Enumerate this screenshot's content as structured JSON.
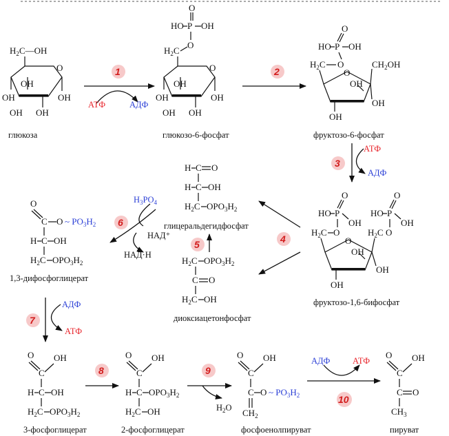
{
  "compounds": {
    "glucose": "глюкоза",
    "g6p": "глюкозо-6-фосфат",
    "f6p": "фруктозо-6-фосфат",
    "f16bp": "фруктозо-1,6-бифосфат",
    "gap": "глицеральдегидфосфат",
    "dhap": "диоксиацетонфосфат",
    "bpg": "1,3-дифосфоглицерат",
    "pg3": "3-фосфоглицерат",
    "pg2": "2-фосфоглицерат",
    "pep": "фосфоенолпируват",
    "pyruvate": "пируват"
  },
  "cofactors": {
    "atp": "АТФ",
    "adp": "АДФ",
    "nad": "НАД⁺",
    "nadh": "НАД·Н",
    "water": "H₂O",
    "h3po4": "H₃PO₄"
  },
  "steps": [
    "1",
    "2",
    "3",
    "4",
    "5",
    "6",
    "7",
    "8",
    "9",
    "10"
  ],
  "colors": {
    "red": "#e8232a",
    "blue": "#2b3fd6",
    "step_bg": "#f7c9c9",
    "step_text": "#d21d1d"
  }
}
